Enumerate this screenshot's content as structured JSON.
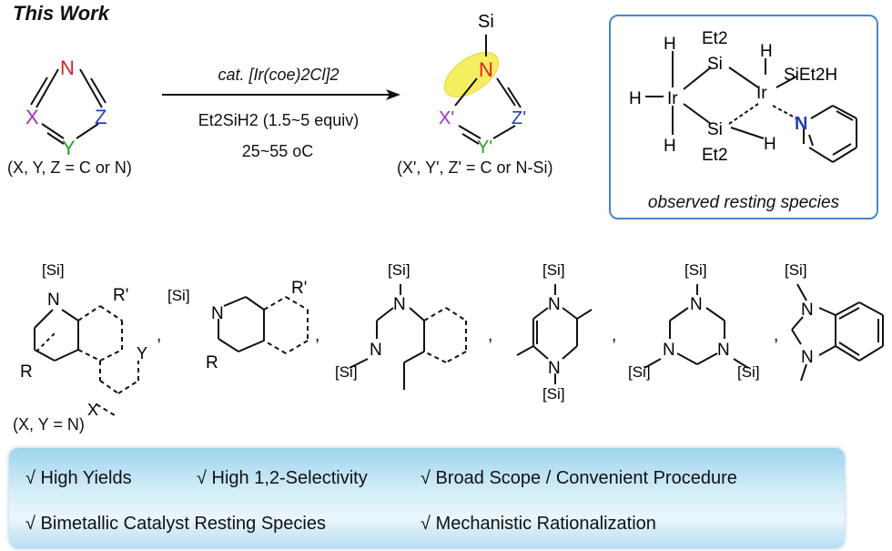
{
  "title": "This Work",
  "reaction": {
    "substrate_caption": "(X, Y, Z = C or N)",
    "catalyst": "cat. [Ir(coe)2Cl]2",
    "silane": "Et2SiH2 (1.5~5 equiv)",
    "temperature": "25~55 oC",
    "product_caption": "(X', Y', Z' = C or N-Si)",
    "atoms": {
      "N": "N",
      "X": "X",
      "Y": "Y",
      "Z": "Z",
      "Si": "Si",
      "Xp": "X'",
      "Yp": "Y'",
      "Zp": "Z'"
    }
  },
  "resting_species": {
    "caption": "observed resting species",
    "labels": {
      "H": "H",
      "Ir": "Ir",
      "Et2": "Et2",
      "Si": "Si",
      "SiEt2H": "SiEt2H",
      "N": "N"
    }
  },
  "scope": {
    "si_label": "[Si]",
    "R": "R",
    "Rp": "R'",
    "N": "N",
    "X": "X",
    "Y": "Y",
    "first_caption": "(X, Y = N)"
  },
  "benefits": [
    "√ High Yields",
    "√ High 1,2-Selectivity",
    "√ Broad Scope / Convenient Procedure",
    "√ Bimetallic Catalyst Resting Species",
    "√ Mechanistic Rationalization"
  ],
  "colors": {
    "N": "#e0202a",
    "X": "#a030c0",
    "Y": "#2c9a2c",
    "Z": "#1f3fb5",
    "highlight": "#f3ef60",
    "box_border": "#4a86c5"
  }
}
